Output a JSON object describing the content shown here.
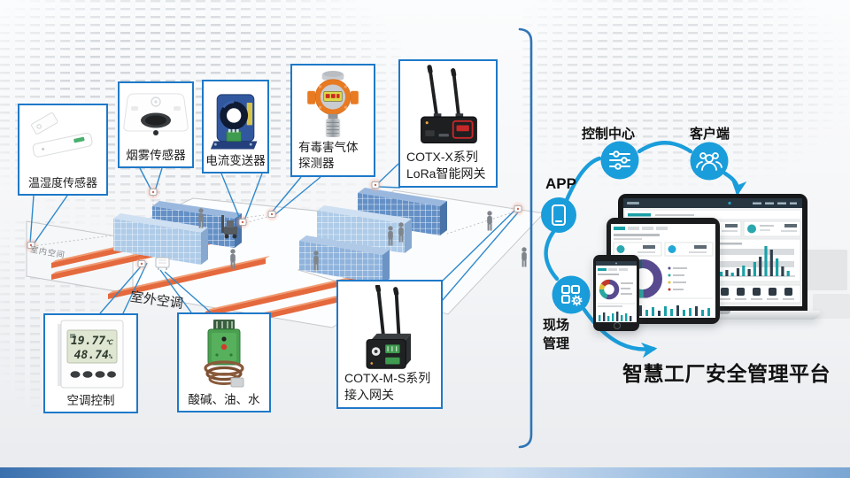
{
  "platform_title": "智慧工厂安全管理平台",
  "sensor_labels": {
    "temp_humidity": "温湿度传感器",
    "smoke": "烟雾传感器",
    "current_transmitter": "电流变送器",
    "toxic_gas_line1": "有毒害气体",
    "toxic_gas_line2": "探测器",
    "cotx_x_line1": "COTX-X系列",
    "cotx_x_line2": "LoRa智能网关",
    "ac_control": "空调控制",
    "acid_oil_water": "酸碱、油、水",
    "cotx_ms_line1": "COTX-M-S系列",
    "cotx_ms_line2": "接入网关"
  },
  "scene_labels": {
    "indoor_space": "室内空间",
    "outdoor_ac": "室外空调"
  },
  "flow_labels": {
    "app": "APP",
    "control_center": "控制中心",
    "client": "客户端",
    "site_mgmt_line1": "现场",
    "site_mgmt_line2": "管理"
  },
  "thermostat_display": {
    "temperature": "19.77",
    "temperature_unit": "℃",
    "humidity": "48.74",
    "humidity_unit": "%"
  },
  "icons": {
    "app_node": "smartphone-icon",
    "control_center_node": "sliders-icon",
    "client_node": "users-group-icon",
    "site_mgmt_node": "app-grid-gear-icon"
  },
  "colors": {
    "flow_blue": "#1a9ddb",
    "label_box_border": "#1e79c8",
    "leader_line": "#2f89cc",
    "bracket": "#2e75b6",
    "beam_orange": "#e4693d",
    "rack_light": "#aecbe8",
    "rack_dark": "#6490c6",
    "sensor_glow": "#f08a73",
    "footer_left": "#3a70ae",
    "footer_right": "#7aa6d4"
  }
}
